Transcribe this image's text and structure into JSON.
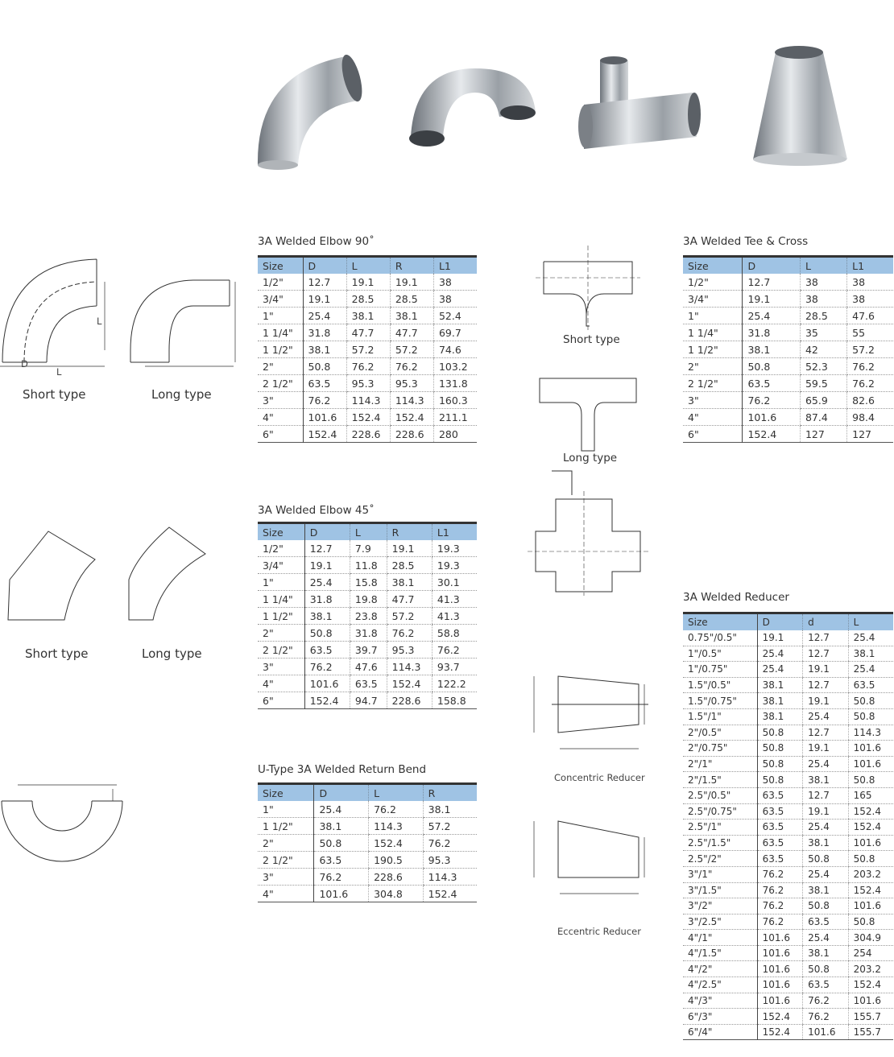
{
  "products": [
    "elbow-90",
    "u-bend",
    "tee",
    "reducer"
  ],
  "labels": {
    "short": "Short type",
    "long": "Long type"
  },
  "elbow90": {
    "title": "3A Welded Elbow 90˚",
    "headers": [
      "Size",
      "D",
      "L",
      "R",
      "L1"
    ],
    "rows": [
      [
        "1/2\"",
        "12.7",
        "19.1",
        "19.1",
        "38"
      ],
      [
        "3/4\"",
        "19.1",
        "28.5",
        "28.5",
        "38"
      ],
      [
        "1\"",
        "25.4",
        "38.1",
        "38.1",
        "52.4"
      ],
      [
        "1 1/4\"",
        "31.8",
        "47.7",
        "47.7",
        "69.7"
      ],
      [
        "1 1/2\"",
        "38.1",
        "57.2",
        "57.2",
        "74.6"
      ],
      [
        "2\"",
        "50.8",
        "76.2",
        "76.2",
        "103.2"
      ],
      [
        "2 1/2\"",
        "63.5",
        "95.3",
        "95.3",
        "131.8"
      ],
      [
        "3\"",
        "76.2",
        "114.3",
        "114.3",
        "160.3"
      ],
      [
        "4\"",
        "101.6",
        "152.4",
        "152.4",
        "211.1"
      ],
      [
        "6\"",
        "152.4",
        "228.6",
        "228.6",
        "280"
      ]
    ]
  },
  "elbow45": {
    "title": "3A Welded Elbow 45˚",
    "headers": [
      "Size",
      "D",
      "L",
      "R",
      "L1"
    ],
    "rows": [
      [
        "1/2\"",
        "12.7",
        "7.9",
        "19.1",
        "19.3"
      ],
      [
        "3/4\"",
        "19.1",
        "11.8",
        "28.5",
        "19.3"
      ],
      [
        "1\"",
        "25.4",
        "15.8",
        "38.1",
        "30.1"
      ],
      [
        "1 1/4\"",
        "31.8",
        "19.8",
        "47.7",
        "41.3"
      ],
      [
        "1 1/2\"",
        "38.1",
        "23.8",
        "57.2",
        "41.3"
      ],
      [
        "2\"",
        "50.8",
        "31.8",
        "76.2",
        "58.8"
      ],
      [
        "2 1/2\"",
        "63.5",
        "39.7",
        "95.3",
        "76.2"
      ],
      [
        "3\"",
        "76.2",
        "47.6",
        "114.3",
        "93.7"
      ],
      [
        "4\"",
        "101.6",
        "63.5",
        "152.4",
        "122.2"
      ],
      [
        "6\"",
        "152.4",
        "94.7",
        "228.6",
        "158.8"
      ]
    ]
  },
  "ubend": {
    "title": "U-Type 3A Welded Return Bend",
    "headers": [
      "Size",
      "D",
      "L",
      "R"
    ],
    "rows": [
      [
        "1\"",
        "25.4",
        "76.2",
        "38.1"
      ],
      [
        "1 1/2\"",
        "38.1",
        "114.3",
        "57.2"
      ],
      [
        "2\"",
        "50.8",
        "152.4",
        "76.2"
      ],
      [
        "2 1/2\"",
        "63.5",
        "190.5",
        "95.3"
      ],
      [
        "3\"",
        "76.2",
        "228.6",
        "114.3"
      ],
      [
        "4\"",
        "101.6",
        "304.8",
        "152.4"
      ]
    ]
  },
  "tee": {
    "title": "3A Welded Tee & Cross",
    "headers": [
      "Size",
      "D",
      "L",
      "L1"
    ],
    "rows": [
      [
        "1/2\"",
        "12.7",
        "38",
        "38"
      ],
      [
        "3/4\"",
        "19.1",
        "38",
        "38"
      ],
      [
        "1\"",
        "25.4",
        "28.5",
        "47.6"
      ],
      [
        "1 1/4\"",
        "31.8",
        "35",
        "55"
      ],
      [
        "1 1/2\"",
        "38.1",
        "42",
        "57.2"
      ],
      [
        "2\"",
        "50.8",
        "52.3",
        "76.2"
      ],
      [
        "2 1/2\"",
        "63.5",
        "59.5",
        "76.2"
      ],
      [
        "3\"",
        "76.2",
        "65.9",
        "82.6"
      ],
      [
        "4\"",
        "101.6",
        "87.4",
        "98.4"
      ],
      [
        "6\"",
        "152.4",
        "127",
        "127"
      ]
    ]
  },
  "reducer": {
    "title": "3A Welded Reducer",
    "headers": [
      "Size",
      "D",
      "d",
      "L"
    ],
    "rows": [
      [
        "0.75\"/0.5\"",
        "19.1",
        "12.7",
        "25.4"
      ],
      [
        "1\"/0.5\"",
        "25.4",
        "12.7",
        "38.1"
      ],
      [
        "1\"/0.75\"",
        "25.4",
        "19.1",
        "25.4"
      ],
      [
        "1.5\"/0.5\"",
        "38.1",
        "12.7",
        "63.5"
      ],
      [
        "1.5\"/0.75\"",
        "38.1",
        "19.1",
        "50.8"
      ],
      [
        "1.5\"/1\"",
        "38.1",
        "25.4",
        "50.8"
      ],
      [
        "2\"/0.5\"",
        "50.8",
        "12.7",
        "114.3"
      ],
      [
        "2\"/0.75\"",
        "50.8",
        "19.1",
        "101.6"
      ],
      [
        "2\"/1\"",
        "50.8",
        "25.4",
        "101.6"
      ],
      [
        "2\"/1.5\"",
        "50.8",
        "38.1",
        "50.8"
      ],
      [
        "2.5\"/0.5\"",
        "63.5",
        "12.7",
        "165"
      ],
      [
        "2.5\"/0.75\"",
        "63.5",
        "19.1",
        "152.4"
      ],
      [
        "2.5\"/1\"",
        "63.5",
        "25.4",
        "152.4"
      ],
      [
        "2.5\"/1.5\"",
        "63.5",
        "38.1",
        "101.6"
      ],
      [
        "2.5\"/2\"",
        "63.5",
        "50.8",
        "50.8"
      ],
      [
        "3\"/1\"",
        "76.2",
        "25.4",
        "203.2"
      ],
      [
        "3\"/1.5\"",
        "76.2",
        "38.1",
        "152.4"
      ],
      [
        "3\"/2\"",
        "76.2",
        "50.8",
        "101.6"
      ],
      [
        "3\"/2.5\"",
        "76.2",
        "63.5",
        "50.8"
      ],
      [
        "4\"/1\"",
        "101.6",
        "25.4",
        "304.9"
      ],
      [
        "4\"/1.5\"",
        "101.6",
        "38.1",
        "254"
      ],
      [
        "4\"/2\"",
        "101.6",
        "50.8",
        "203.2"
      ],
      [
        "4\"/2.5\"",
        "101.6",
        "63.5",
        "152.4"
      ],
      [
        "4\"/3\"",
        "101.6",
        "76.2",
        "101.6"
      ],
      [
        "6\"/3\"",
        "152.4",
        "76.2",
        "155.7"
      ],
      [
        "6\"/4\"",
        "152.4",
        "101.6",
        "155.7"
      ]
    ]
  },
  "reducer_labels": {
    "concentric": "Concentric Reducer",
    "eccentric": "Eccentric Reducer"
  }
}
